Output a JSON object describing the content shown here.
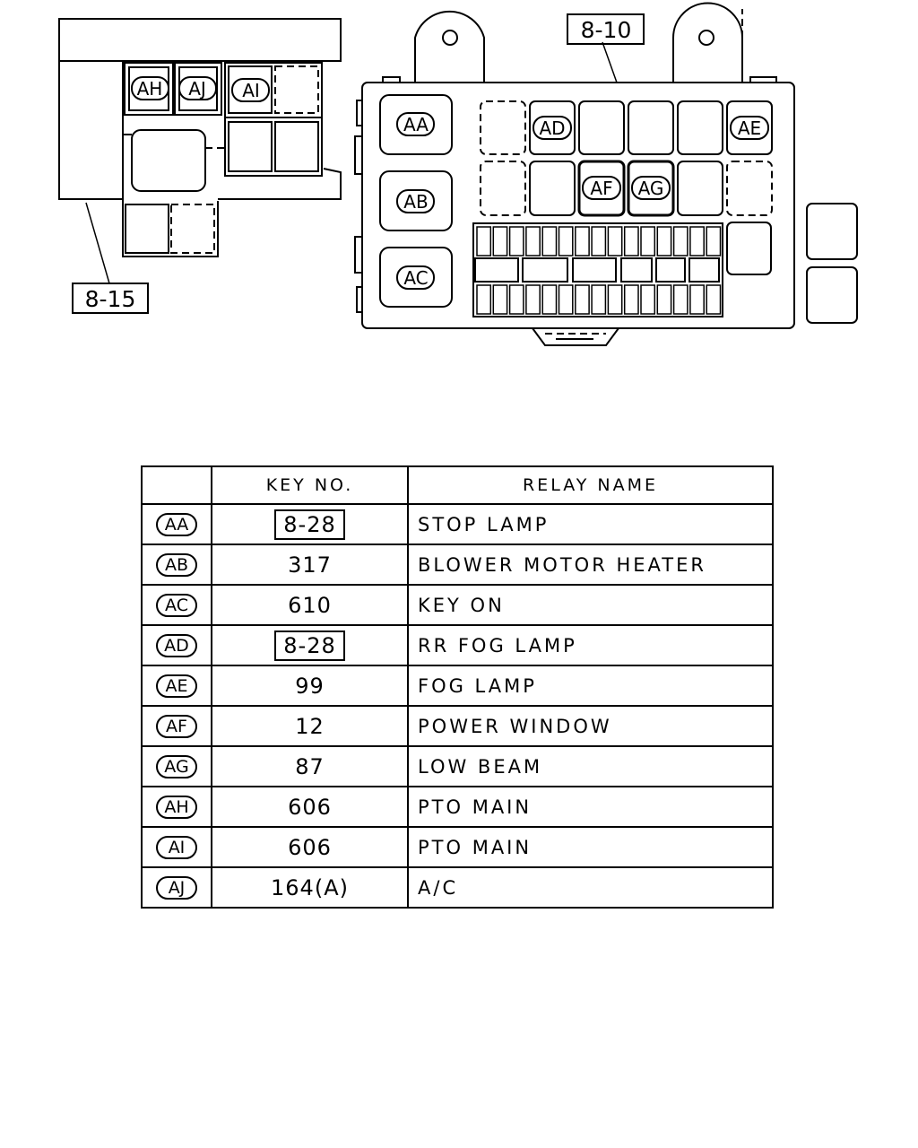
{
  "diagram": {
    "callouts": {
      "left_box": "8-15",
      "right_box": "8-10"
    },
    "relay_labels": {
      "AA": "AA",
      "AB": "AB",
      "AC": "AC",
      "AD": "AD",
      "AE": "AE",
      "AF": "AF",
      "AG": "AG",
      "AH": "AH",
      "AI": "AI",
      "AJ": "AJ"
    }
  },
  "table": {
    "headers": {
      "key": "",
      "key_no": "KEY NO.",
      "relay_name": "RELAY NAME"
    },
    "rows": [
      {
        "key": "AA",
        "key_no": "8-28",
        "boxed": true,
        "relay_name": "STOP LAMP"
      },
      {
        "key": "AB",
        "key_no": "317",
        "boxed": false,
        "relay_name": "BLOWER MOTOR HEATER"
      },
      {
        "key": "AC",
        "key_no": "610",
        "boxed": false,
        "relay_name": "KEY ON"
      },
      {
        "key": "AD",
        "key_no": "8-28",
        "boxed": true,
        "relay_name": "RR FOG LAMP"
      },
      {
        "key": "AE",
        "key_no": "99",
        "boxed": false,
        "relay_name": "FOG LAMP"
      },
      {
        "key": "AF",
        "key_no": "12",
        "boxed": false,
        "relay_name": "POWER WINDOW"
      },
      {
        "key": "AG",
        "key_no": "87",
        "boxed": false,
        "relay_name": "LOW BEAM"
      },
      {
        "key": "AH",
        "key_no": "606",
        "boxed": false,
        "relay_name": "PTO MAIN"
      },
      {
        "key": "AI",
        "key_no": "606",
        "boxed": false,
        "relay_name": "PTO MAIN"
      },
      {
        "key": "AJ",
        "key_no": "164(A)",
        "boxed": false,
        "relay_name": "A/C"
      }
    ]
  }
}
